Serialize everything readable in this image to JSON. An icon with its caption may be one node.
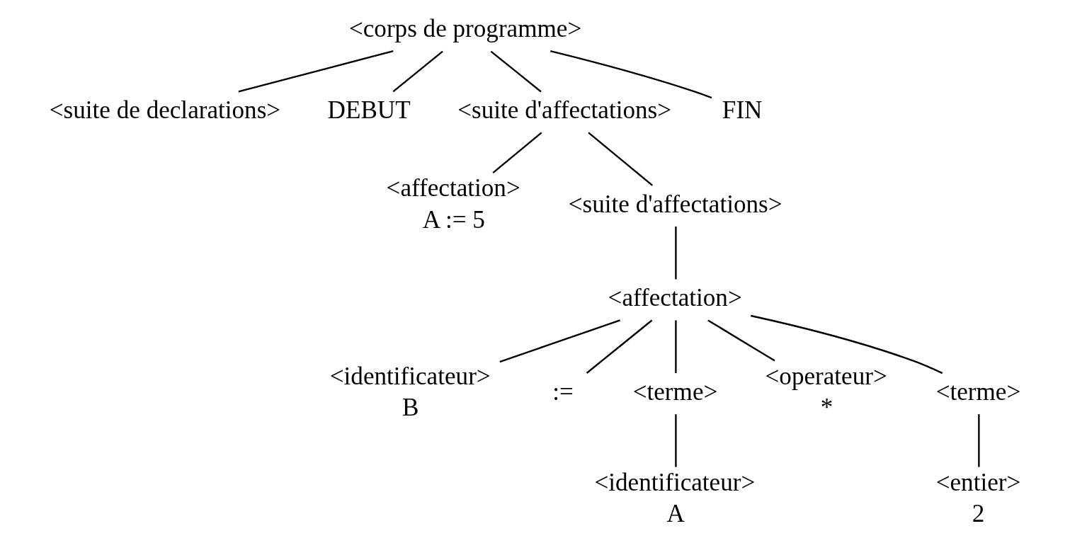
{
  "diagram": {
    "nodes": [
      {
        "text": [
          "<corps de programme>"
        ]
      },
      {
        "text": [
          "<suite de declarations>"
        ]
      },
      {
        "text": [
          "DEBUT"
        ]
      },
      {
        "text": [
          "<suite d'affectations>"
        ]
      },
      {
        "text": [
          "FIN"
        ]
      },
      {
        "text": [
          "<affectation>"
        ],
        "beside": [
          "A := 5"
        ]
      },
      {
        "text": [
          "<suite d'affectations>"
        ]
      },
      {
        "text": [
          "<affectation>"
        ]
      },
      {
        "text": [
          "<identificateur>"
        ],
        "beside": [
          "B"
        ]
      },
      {
        "text": [
          ":="
        ]
      },
      {
        "text": [
          "<terme>"
        ]
      },
      {
        "text": [
          "<operateur>"
        ],
        "beside": [
          "*"
        ]
      },
      {
        "text": [
          "<terme>"
        ]
      },
      {
        "text": [
          "<identificateur>"
        ],
        "beside": [
          "A"
        ]
      },
      {
        "text": [
          "<entier>"
        ],
        "beside": [
          "2"
        ]
      }
    ],
    "edges": [
      {
        "from": 0,
        "to": 1,
        "arrow": "none"
      },
      {
        "from": 0,
        "to": 2,
        "arrow": "none"
      },
      {
        "from": 0,
        "to": 3,
        "arrow": "none"
      },
      {
        "from": 0,
        "to": 4,
        "arrow": "none"
      },
      {
        "from": 3,
        "to": 5,
        "arrow": "none"
      },
      {
        "from": 3,
        "to": 6,
        "arrow": "none"
      },
      {
        "from": 6,
        "to": 7,
        "arrow": "none"
      },
      {
        "from": 7,
        "to": 8,
        "arrow": "none"
      },
      {
        "from": 7,
        "to": 9,
        "arrow": "none"
      },
      {
        "from": 7,
        "to": 10,
        "arrow": "none"
      },
      {
        "from": 7,
        "to": 11,
        "arrow": "none"
      },
      {
        "from": 7,
        "to": 12,
        "arrow": "none"
      },
      {
        "from": 10,
        "to": 13,
        "arrow": "none"
      },
      {
        "from": 12,
        "to": 14,
        "arrow": "none"
      }
    ]
  }
}
